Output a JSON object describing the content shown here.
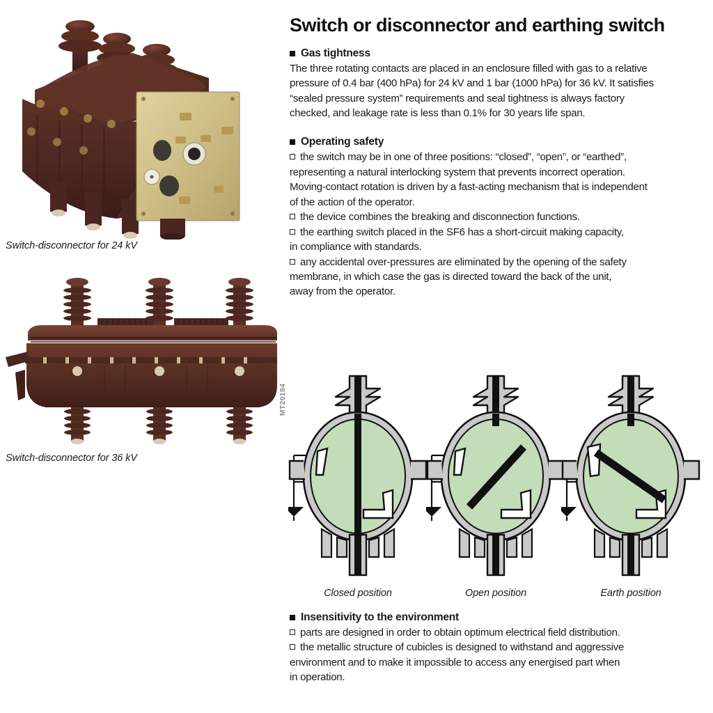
{
  "page": {
    "title": "Switch or disconnector and earthing switch",
    "reference_code": "MT20184"
  },
  "photos": [
    {
      "name": "switch-disconnector-24kv",
      "caption": "Switch-disconnector for 24 kV",
      "body_color": "#5a3024",
      "body_highlight": "#7a4334",
      "faceplate_color": "#cfc08a"
    },
    {
      "name": "switch-disconnector-36kv",
      "caption": "Switch-disconnector for 36 kV",
      "body_color": "#5a3024",
      "body_highlight": "#7a4334"
    }
  ],
  "sections": [
    {
      "heading": "Gas tightness",
      "paragraphs": [
        "The three rotating contacts are placed in an enclosure filled with gas to a relative",
        "pressure of 0.4 bar (400 hPa) for 24 kV and 1 bar (1000 hPa) for 36 kV. It satisfies",
        "“sealed pressure system” requirements and seal tightness is always factory",
        "checked, and leakage rate is less than 0.1% for 30 years life span."
      ],
      "bullets": []
    },
    {
      "heading": "Operating safety",
      "paragraphs": [],
      "bullets": [
        [
          "the switch may be in one of three positions: “closed”, “open”, or “earthed”,",
          "representing a natural interlocking system that prevents incorrect operation.",
          "Moving-contact rotation is driven by a fast-acting mechanism that is independent",
          "of the action of the operator."
        ],
        [
          "the device combines the breaking and disconnection functions."
        ],
        [
          "the earthing switch placed in the SF6 has a short-circuit making capacity,",
          "in compliance with standards."
        ],
        [
          "any accidental over-pressures are eliminated by the opening of the safety",
          "membrane, in which case the gas is directed toward the back of the unit,",
          "away from the operator."
        ]
      ]
    },
    {
      "heading": "Insensitivity to the environment",
      "paragraphs": [],
      "bullets": [
        [
          "parts are designed in order to obtain optimum electrical field distribution."
        ],
        [
          "the metallic structure of cubicles is designed to withstand and aggressive",
          "environment and to make it impossible to access any energised part when",
          "in operation."
        ]
      ]
    }
  ],
  "diagrams": {
    "colors": {
      "gas_fill": "#c3ddb9",
      "shell_gray": "#c9c9c9",
      "outline": "#111111",
      "contact_black": "#111111"
    },
    "items": [
      {
        "name": "closed-position",
        "caption": "Closed position",
        "state": "closed",
        "blade_angle_deg": 90
      },
      {
        "name": "open-position",
        "caption": "Open position",
        "state": "open",
        "blade_angle_deg": 45
      },
      {
        "name": "earth-position",
        "caption": "Earth position",
        "state": "earthed",
        "blade_angle_deg": 20
      }
    ]
  }
}
